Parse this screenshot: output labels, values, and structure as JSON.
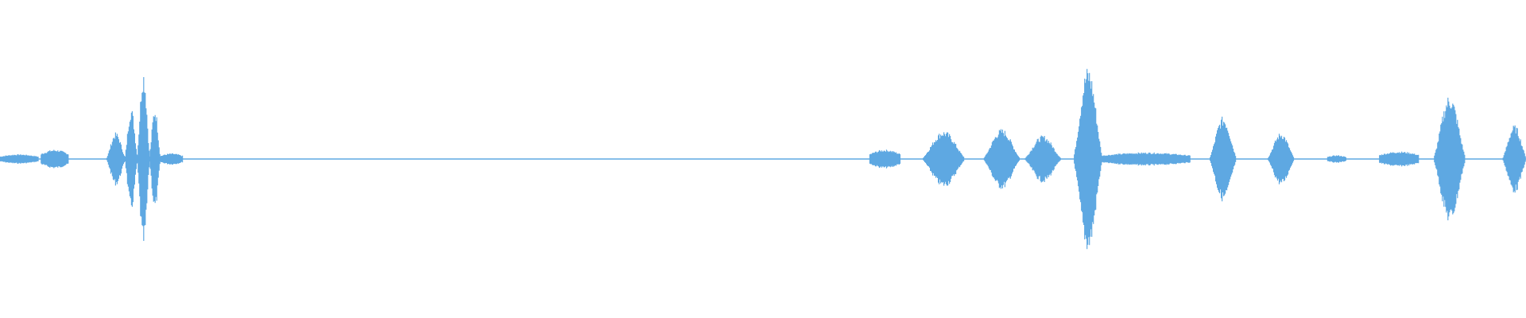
{
  "waveform": {
    "color": "#5ea8e2",
    "background": "#ffffff",
    "duration_fraction_note": "",
    "segments": [
      {
        "start": 0.0,
        "end": 0.025,
        "amp": 0.05
      },
      {
        "start": 0.027,
        "end": 0.045,
        "amp": 0.1
      },
      {
        "start": 0.07,
        "end": 0.082,
        "amp": 0.28
      },
      {
        "start": 0.082,
        "end": 0.09,
        "amp": 0.55
      },
      {
        "start": 0.09,
        "end": 0.098,
        "amp": 0.95
      },
      {
        "start": 0.098,
        "end": 0.105,
        "amp": 0.55
      },
      {
        "start": 0.105,
        "end": 0.12,
        "amp": 0.06
      },
      {
        "start": 0.57,
        "end": 0.59,
        "amp": 0.1
      },
      {
        "start": 0.605,
        "end": 0.632,
        "amp": 0.3
      },
      {
        "start": 0.645,
        "end": 0.668,
        "amp": 0.32
      },
      {
        "start": 0.672,
        "end": 0.695,
        "amp": 0.25
      },
      {
        "start": 0.704,
        "end": 0.722,
        "amp": 0.98
      },
      {
        "start": 0.722,
        "end": 0.78,
        "amp": 0.07
      },
      {
        "start": 0.793,
        "end": 0.81,
        "amp": 0.45
      },
      {
        "start": 0.831,
        "end": 0.848,
        "amp": 0.28
      },
      {
        "start": 0.87,
        "end": 0.882,
        "amp": 0.04
      },
      {
        "start": 0.904,
        "end": 0.93,
        "amp": 0.08
      },
      {
        "start": 0.94,
        "end": 0.96,
        "amp": 0.68
      },
      {
        "start": 0.985,
        "end": 1.0,
        "amp": 0.36
      }
    ]
  }
}
